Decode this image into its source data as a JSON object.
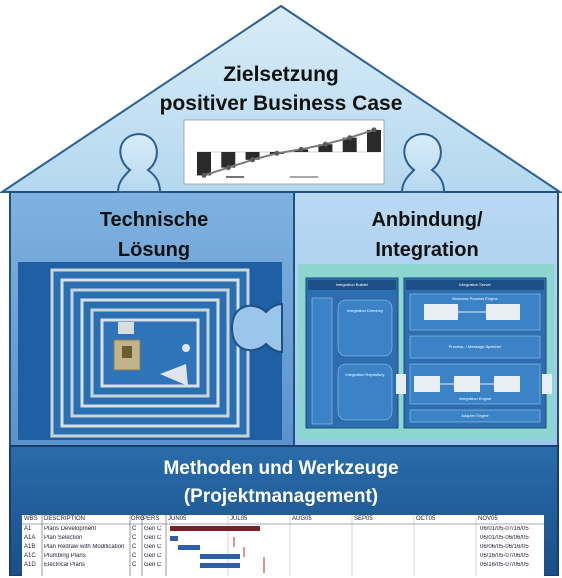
{
  "roof": {
    "title_line1": "Zielsetzung",
    "title_line2": "positiver Business Case"
  },
  "left_panel": {
    "title_line1": "Technische",
    "title_line2": "Lösung"
  },
  "right_panel": {
    "title_line1": "Anbindung/",
    "title_line2": "Integration",
    "diagram": {
      "builder_title": "Integration Builder",
      "server_title": "Integration Server",
      "repo_label": "Integration Repository",
      "dir_label": "Integration Directory",
      "bpe_label": "Business Process Engine",
      "pipeline_label": "Process- / Message-Speicher",
      "ie_label": "Integration Engine",
      "adapter_label": "Adapter Engine"
    }
  },
  "foundation": {
    "title_line1": "Methoden und Werkzeuge",
    "title_line2": "(Projektmanagement)",
    "gantt": {
      "headers": [
        "WBS",
        "DESCRIPTION",
        "ORG",
        "PERS",
        "JUN05",
        "JUL05",
        "AUG05",
        "SEP05",
        "OCT05",
        "NOV05"
      ],
      "rows": [
        {
          "wbs": "A1",
          "desc": "Plans Development",
          "org": "C",
          "pers": "Gen C",
          "dates": "06/01/05-07/16/05"
        },
        {
          "wbs": "A1A",
          "desc": "Plan Selection",
          "org": "C",
          "pers": "Gen C",
          "dates": "06/01/05-06/06/05"
        },
        {
          "wbs": "A1B",
          "desc": "Plan Redraw with Modification",
          "org": "C",
          "pers": "Gen C",
          "dates": "06/06/05-06/16/05"
        },
        {
          "wbs": "A1C",
          "desc": "Plumbing Plans",
          "org": "C",
          "pers": "Gen C",
          "dates": "06/16/05-07/06/05"
        },
        {
          "wbs": "A1D",
          "desc": "Electrical Plans",
          "org": "C",
          "pers": "Gen C",
          "dates": "06/16/05-07/06/05"
        }
      ]
    }
  },
  "colors": {
    "roof_fill": "#c4e1f3",
    "wall_left": "#8fbde6",
    "wall_right": "#a8cdee",
    "foundation": "#1e5c9b",
    "rfid_bg": "#1e5a9c",
    "integration_bg": "#8dd5cf"
  },
  "chart_data": {
    "type": "line",
    "x": [
      1,
      2,
      3,
      4,
      5,
      6,
      7,
      8
    ],
    "series": [
      {
        "values": [
          -0.9,
          -0.6,
          -0.3,
          -0.05,
          0.1,
          0.3,
          0.55,
          0.85
        ]
      }
    ],
    "ylim": [
      -1,
      1
    ]
  }
}
